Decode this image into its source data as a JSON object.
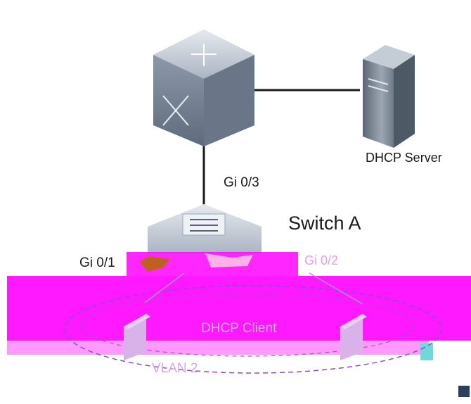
{
  "nodes": {
    "core": {
      "type": "L3 switch"
    },
    "server": {
      "label": "DHCP Server"
    },
    "switch_a": {
      "label": "Switch A"
    }
  },
  "ports": {
    "uplink": "Gi 0/3",
    "left": "Gi 0/1",
    "right": "Gi 0/2"
  },
  "clients": {
    "label": "DHCP Client"
  },
  "vlan": {
    "label": "VLAN 2"
  },
  "colors": {
    "device_body": "#7a8aa0",
    "device_top": "#c7ced8",
    "link": "#1a1a1a",
    "corrupt": "#ff00ff"
  }
}
